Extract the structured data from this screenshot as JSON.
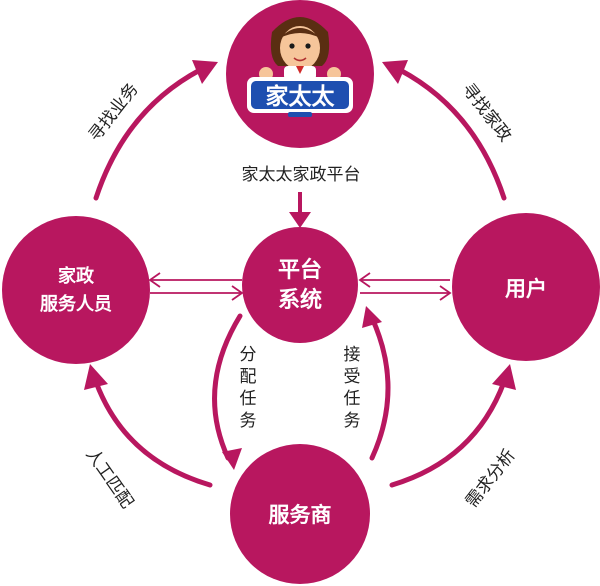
{
  "colors": {
    "node": "#b8175f",
    "node_text": "#ffffff",
    "label": "#222222"
  },
  "logo": {
    "brand_text": "家太太",
    "caption": "家太太家政平台"
  },
  "nodes": {
    "worker": {
      "line1": "家政",
      "line2": "服务人员"
    },
    "platform": {
      "line1": "平台",
      "line2": "系统"
    },
    "user": {
      "label": "用户"
    },
    "provider": {
      "label": "服务商"
    }
  },
  "edges": {
    "find_business": "寻找业务",
    "find_housekeeping": "寻找家政",
    "manual_match": "人工匹配",
    "demand_analysis": "需求分析",
    "assign_task": [
      "分",
      "配",
      "任",
      "务"
    ],
    "accept_task": [
      "接",
      "受",
      "任",
      "务"
    ]
  }
}
